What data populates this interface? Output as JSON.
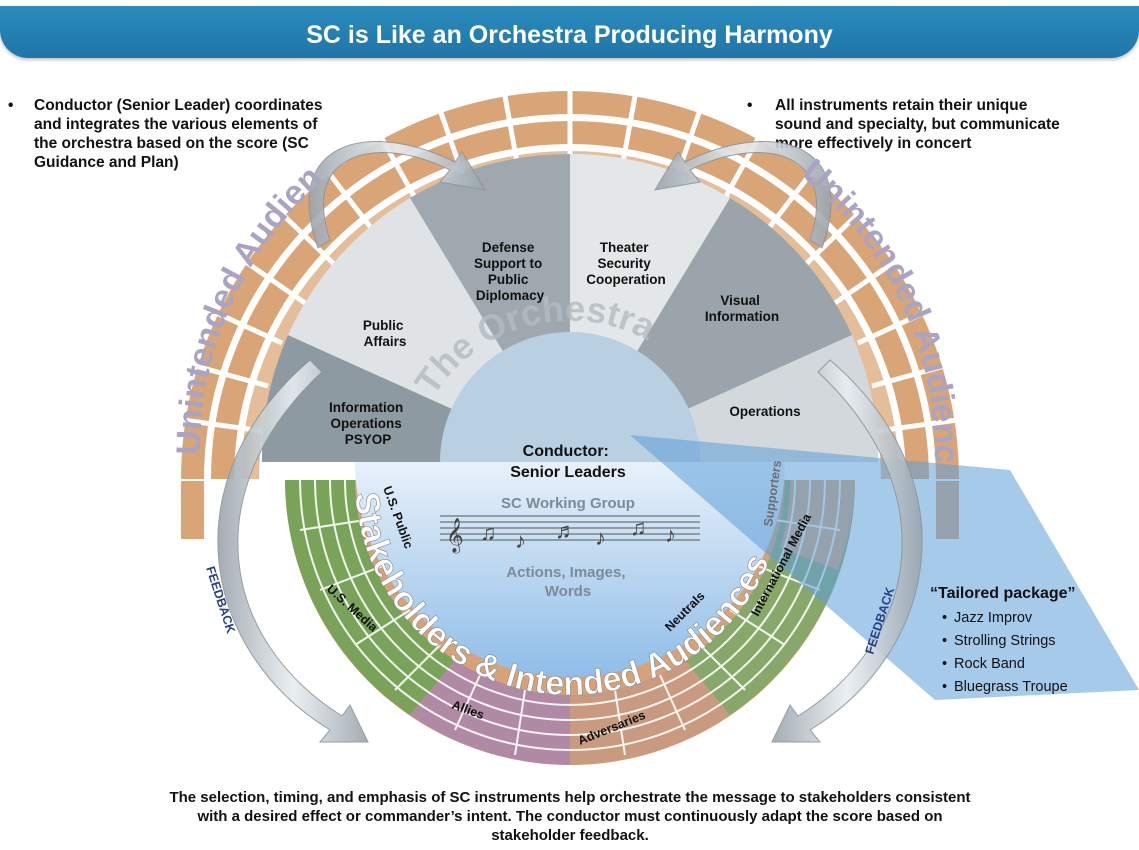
{
  "title": "SC is Like an Orchestra Producing Harmony",
  "left_bullet": {
    "marker": "•",
    "lines": [
      "Conductor (Senior Leader) coordinates",
      "and integrates the various elements of",
      "the orchestra based on the score (SC",
      "Guidance and Plan)"
    ]
  },
  "right_bullet": {
    "marker": "•",
    "lines": [
      "All instruments retain their unique",
      "sound and specialty, but communicate",
      "more effectively in concert"
    ]
  },
  "outer_ring": {
    "left_label": "Unintended Audiences",
    "right_label": "Unintended Audiences",
    "color": "#d4a57a"
  },
  "orchestra": {
    "arc_title": "The Orchestra",
    "sections": [
      {
        "label": [
          "Information",
          "Operations",
          "PSYOP"
        ]
      },
      {
        "label": [
          "Public",
          "Affairs"
        ]
      },
      {
        "label": [
          "Defense",
          "Support to",
          "Public",
          "Diplomacy"
        ]
      },
      {
        "label": [
          "Theater",
          "Security",
          "Cooperation"
        ]
      },
      {
        "label": [
          "Visual",
          "Information"
        ]
      },
      {
        "label": [
          "Operations"
        ]
      }
    ]
  },
  "center": {
    "conductor": [
      "Conductor:",
      "Senior Leaders"
    ],
    "working_group": "SC Working Group",
    "actions": [
      "Actions, Images,",
      "Words"
    ]
  },
  "stakeholders": {
    "arc_title": "Stakeholders & Intended Audiences",
    "groups": [
      "U.S. Public",
      "U.S. Media",
      "Allies",
      "Adversaries",
      "Neutrals",
      "International Media",
      "Supporters"
    ]
  },
  "feedback": {
    "left": "FEEDBACK",
    "right": "FEEDBACK"
  },
  "tailored": {
    "title": "“Tailored package”",
    "items": [
      "Jazz Improv",
      "Strolling Strings",
      "Rock Band",
      "Bluegrass Troupe"
    ],
    "bullet": "•"
  },
  "footer": [
    "The selection, timing, and emphasis of SC instruments help orchestrate the message to stakeholders consistent",
    "with a desired effect or commander’s intent.  The conductor must continuously adapt the score based on",
    "stakeholder feedback."
  ]
}
